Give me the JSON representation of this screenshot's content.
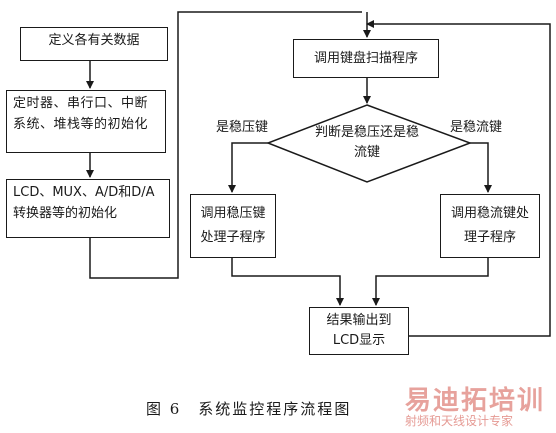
{
  "boxes": {
    "define_data": "定义各有关数据",
    "init_timer": "定时器、串行口、中断系统、堆栈等的初始化",
    "init_lcd": "LCD、MUX、A/D和D/A转换器等的初始化",
    "call_keyboard": "调用键盘扫描程序",
    "decision": "判断是稳压还是稳流键",
    "sub_voltage": "调用稳压键处理子程序",
    "sub_current": "调用稳流键处理子程序",
    "output_lcd": "结果输出到LCD显示"
  },
  "labels": {
    "yes_voltage": "是稳压键",
    "yes_current": "是稳流键"
  },
  "caption": "图 6　系统监控程序流程图",
  "watermark": {
    "brand": "易迪拓培训",
    "subtitle": "射频和天线设计专家"
  },
  "colors": {
    "line": "#1a1a1a",
    "watermark": "#d4574c"
  }
}
